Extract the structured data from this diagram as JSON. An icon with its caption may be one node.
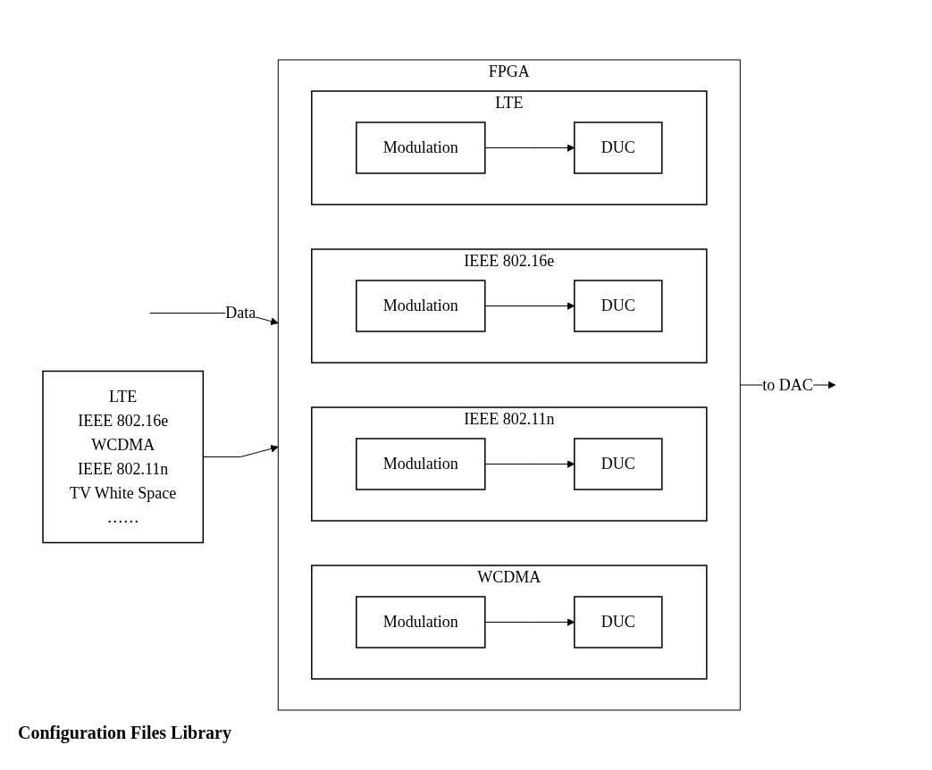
{
  "diagram": {
    "nodes": [
      {
        "text": [
          "FPGA"
        ]
      },
      {
        "text": [
          "WCDMA"
        ],
        "in": 0
      },
      {
        "text": [
          "Modulation"
        ],
        "in": 1
      },
      {
        "text": [
          "DUC"
        ],
        "in": 1
      },
      {
        "text": [
          "IEEE 802.11n"
        ],
        "in": 0
      },
      {
        "text": [
          "Modulation"
        ],
        "in": 4
      },
      {
        "text": [
          "DUC"
        ],
        "in": 4
      },
      {
        "text": [
          "IEEE 802.16e"
        ],
        "in": 0
      },
      {
        "text": [
          "Modulation"
        ],
        "in": 7
      },
      {
        "text": [
          "DUC"
        ],
        "in": 7
      },
      {
        "text": [
          "LTE"
        ],
        "in": 0
      },
      {
        "text": [
          "Modulation"
        ],
        "in": 10
      },
      {
        "text": [
          "DUC"
        ],
        "in": 10
      },
      {
        "text": [
          "LTE",
          "IEEE 802.16e",
          "WCDMA",
          "IEEE 802.11n",
          "TV White Space",
          "……"
        ]
      }
    ],
    "edges": [
      {
        "from": null,
        "to": 0,
        "arrow": "to",
        "label": "Data"
      },
      {
        "from": 2,
        "to": 3,
        "arrow": "to"
      },
      {
        "from": 5,
        "to": 6,
        "arrow": "to"
      },
      {
        "from": 8,
        "to": 9,
        "arrow": "to"
      },
      {
        "from": 11,
        "to": 12,
        "arrow": "to"
      },
      {
        "from": 0,
        "to": null,
        "arrow": "to",
        "label": "to DAC"
      },
      {
        "from": 13,
        "to": 0,
        "arrow": "to"
      }
    ],
    "labels": [
      "Configuration Files Library"
    ]
  }
}
